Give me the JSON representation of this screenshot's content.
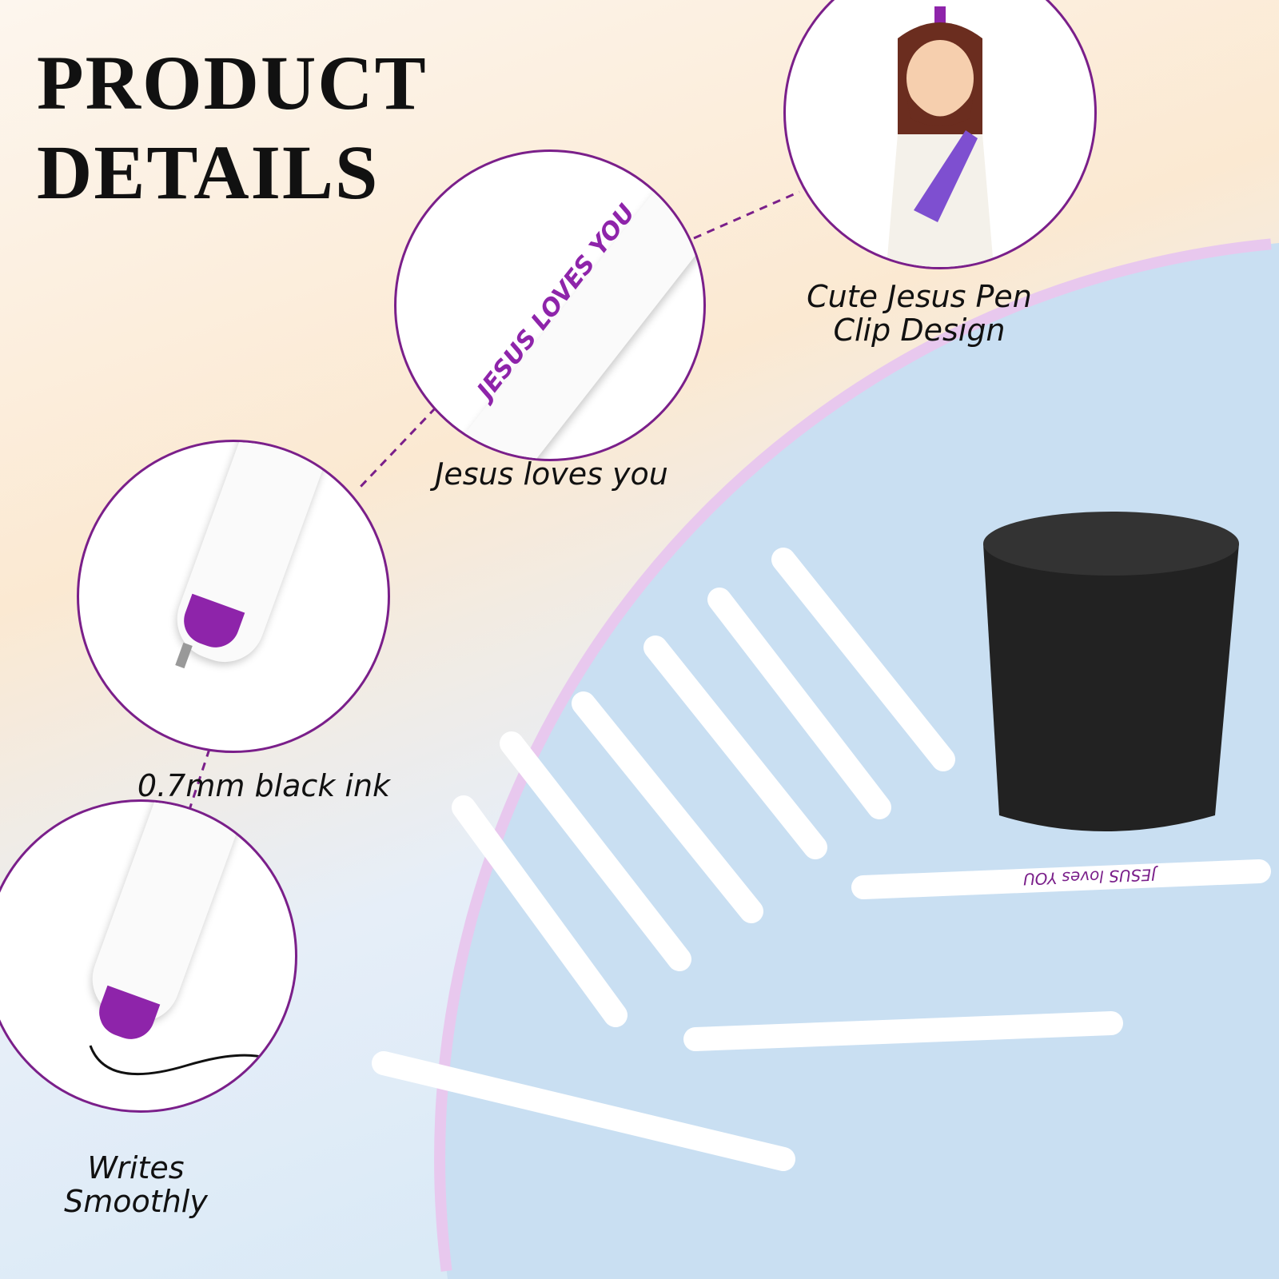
{
  "title": {
    "line1": "PRODUCT",
    "line2": "DETAILS"
  },
  "callouts": [
    {
      "label": "Cute Jesus Pen Clip Design"
    },
    {
      "label": "Jesus loves you",
      "pen_text": "JESUS LOVES YOU"
    },
    {
      "label": "0.7mm black ink"
    },
    {
      "label": "Writes Smoothly"
    }
  ],
  "pen_imprint": "JESUS loves YOU",
  "colors": {
    "accent": "#7a1f8a",
    "pen_tip": "#8e24aa",
    "background_blue": "#cfe3f4"
  }
}
